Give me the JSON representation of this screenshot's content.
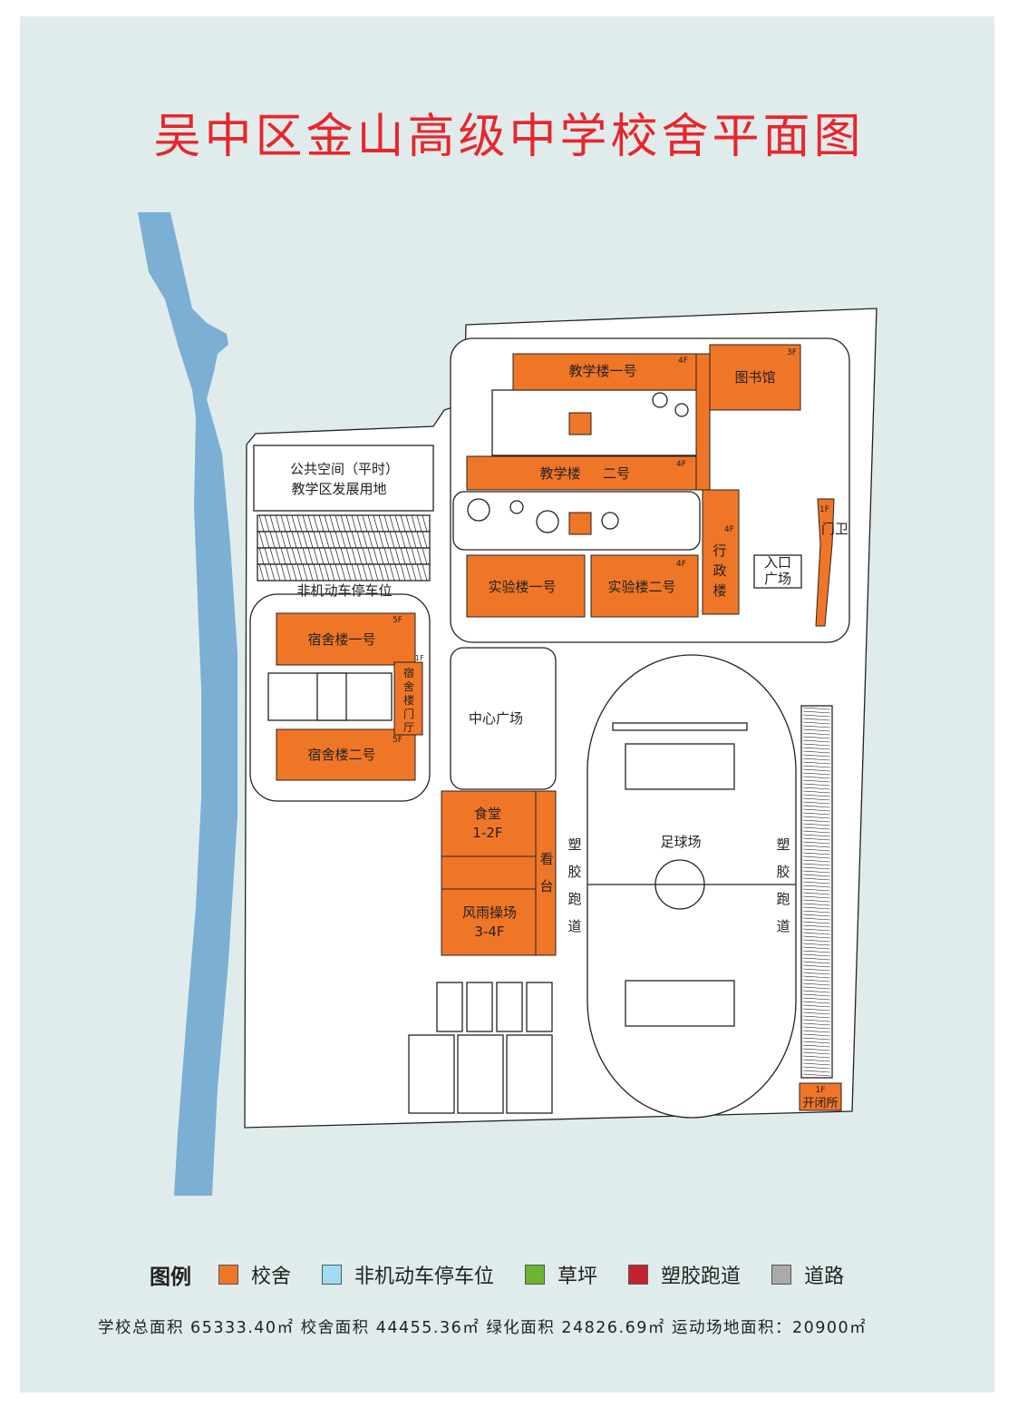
{
  "title": "吴中区金山高级中学校舍平面图",
  "colors": {
    "building": "#f07627",
    "parking": "#9edcf5",
    "grass": "#6ab633",
    "track": "#c4222f",
    "road": "#aaaaaa",
    "river": "#7bafd4",
    "title": "#e8262d"
  },
  "buildings": {
    "teaching1": {
      "name": "教学楼一号",
      "floors": "4F"
    },
    "library": {
      "name": "图书馆",
      "floors": "3F"
    },
    "teaching2a": {
      "name": "教学楼",
      "floors": "4F"
    },
    "teaching2b": {
      "name": "二号"
    },
    "admin": {
      "name1": "行",
      "name2": "政",
      "name3": "楼",
      "floors": "4F"
    },
    "lab1": {
      "name": "实验楼一号"
    },
    "lab2": {
      "name": "实验楼二号",
      "floors": "4F"
    },
    "guard": {
      "name": "门卫",
      "floors": "1F"
    },
    "dorm1": {
      "name": "宿舍楼一号",
      "floors": "5F"
    },
    "dorm2": {
      "name": "宿舍楼二号",
      "floors": "5F"
    },
    "dormhall": {
      "c1": "宿",
      "c2": "舍",
      "c3": "楼",
      "c4": "门",
      "c5": "厅",
      "floors": "1F"
    },
    "canteen": {
      "name": "食堂",
      "floors": "1-2F"
    },
    "gym": {
      "name": "风雨操场",
      "floors": "3-4F"
    },
    "stand": {
      "c1": "看",
      "c2": "台"
    },
    "switch": {
      "name": "开闭所",
      "floors": "1F"
    }
  },
  "areas": {
    "public1": "公共空间（平时）",
    "public2": "教学区发展用地",
    "parking": "非机动车停车位",
    "entrance1": "入口",
    "entrance2": "广场",
    "center": "中心广场",
    "football": "足球场",
    "track": {
      "c1": "塑",
      "c2": "胶",
      "c3": "跑",
      "c4": "道"
    }
  },
  "legend": {
    "title": "图例",
    "items": [
      {
        "label": "校舍",
        "color": "#f07627"
      },
      {
        "label": "非机动车停车位",
        "color": "#9edcf5"
      },
      {
        "label": "草坪",
        "color": "#6ab633"
      },
      {
        "label": "塑胶跑道",
        "color": "#c4222f"
      },
      {
        "label": "道路",
        "color": "#aaaaaa"
      }
    ]
  },
  "stats": {
    "total": "学校总面积 65333.40㎡",
    "building": "校舍面积 44455.36㎡",
    "green": "绿化面积 24826.69㎡",
    "sports": "运动场地面积：20900㎡"
  }
}
